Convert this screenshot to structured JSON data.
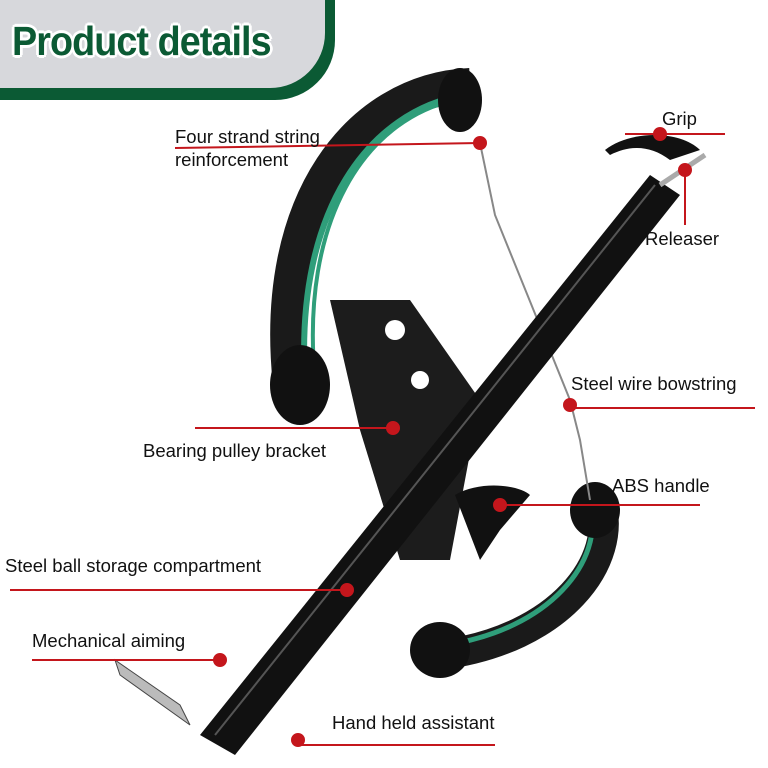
{
  "header": {
    "title": "Product details"
  },
  "labels": {
    "four_strand_line1": "Four strand string",
    "four_strand_line2": "reinforcement",
    "grip": "Grip",
    "releaser": "Releaser",
    "steel_wire": "Steel wire bowstring",
    "bearing": "Bearing pulley bracket",
    "abs_handle": "ABS handle",
    "steel_ball": "Steel ball storage compartment",
    "mech_aiming": "Mechanical aiming",
    "hand_held": "Hand held assistant"
  },
  "colors": {
    "brand_green": "#0b5a34",
    "callout_red": "#c4161c",
    "limb_green": "#2f9e7a"
  }
}
